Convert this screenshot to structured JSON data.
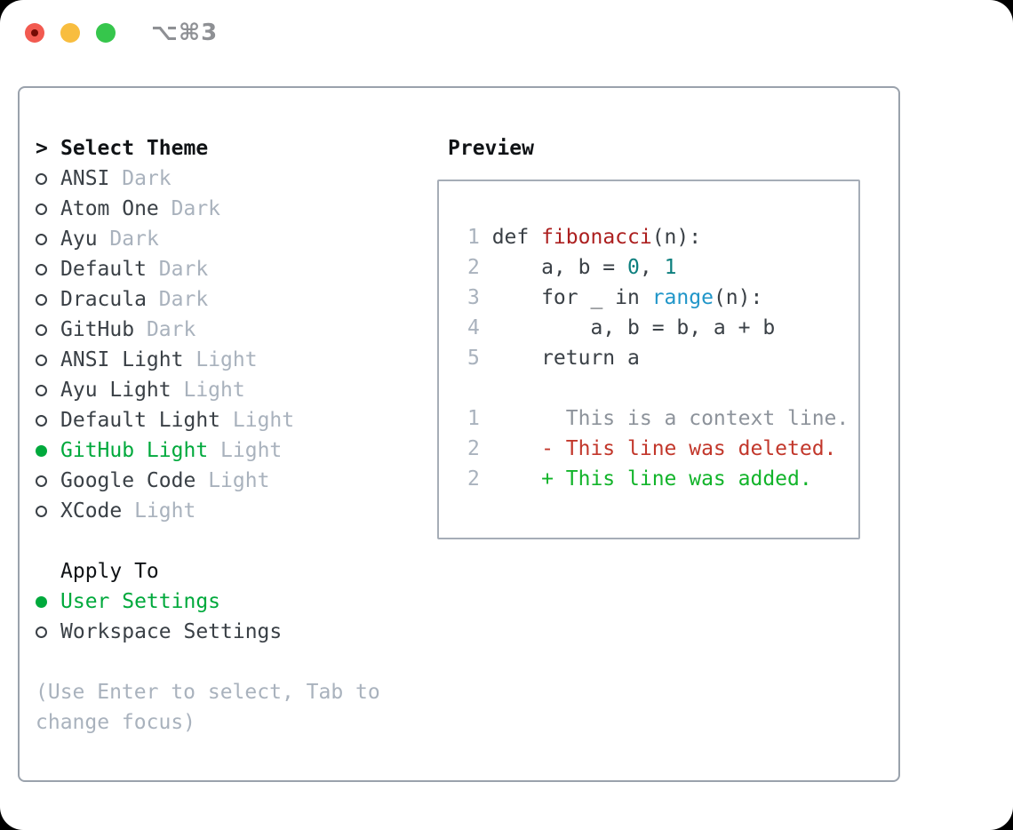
{
  "titlebar": {
    "shortcut": "⌥⌘3"
  },
  "colors": {
    "traffic-red": "#f25a50",
    "traffic-red-dot": "#750b04",
    "traffic-yellow": "#f8bd3f",
    "traffic-green": "#36c64c",
    "titlebar-gray": "#8e9094",
    "panel-border": "#9aa2ac",
    "box-border": "#a6adb7",
    "header-black": "#101316",
    "text-dark": "#3a4046",
    "muted-gray": "#a9b2bd",
    "accent-green": "#00a93c",
    "added-green": "#12b42a",
    "deleted-red": "#c2372b",
    "context-gray": "#8d939b",
    "func-red": "#ac1f1f",
    "number-teal": "#0c7f7e",
    "builtin-blue": "#2196c9"
  },
  "theme_list": {
    "header_prefix": ">",
    "header": "Select Theme",
    "items": [
      {
        "name": "ANSI",
        "variant": "Dark",
        "selected": false
      },
      {
        "name": "Atom One",
        "variant": "Dark",
        "selected": false
      },
      {
        "name": "Ayu",
        "variant": "Dark",
        "selected": false
      },
      {
        "name": "Default",
        "variant": "Dark",
        "selected": false
      },
      {
        "name": "Dracula",
        "variant": "Dark",
        "selected": false
      },
      {
        "name": "GitHub",
        "variant": "Dark",
        "selected": false
      },
      {
        "name": "ANSI Light",
        "variant": "Light",
        "selected": false
      },
      {
        "name": "Ayu Light",
        "variant": "Light",
        "selected": false
      },
      {
        "name": "Default Light",
        "variant": "Light",
        "selected": false
      },
      {
        "name": "GitHub Light",
        "variant": "Light",
        "selected": true
      },
      {
        "name": "Google Code",
        "variant": "Light",
        "selected": false
      },
      {
        "name": "XCode",
        "variant": "Light",
        "selected": false
      }
    ]
  },
  "apply_to": {
    "header": "Apply To",
    "items": [
      {
        "name": "User Settings",
        "selected": true
      },
      {
        "name": "Workspace Settings",
        "selected": false
      }
    ]
  },
  "footer_hint": "(Use Enter to select, Tab to change focus)",
  "preview": {
    "title": "Preview",
    "lines": [
      {
        "num": "1",
        "segs": [
          {
            "t": "def ",
            "c": "text-dark"
          },
          {
            "t": "fibonacci",
            "c": "func-red"
          },
          {
            "t": "(n):",
            "c": "text-dark"
          }
        ]
      },
      {
        "num": "2",
        "segs": [
          {
            "t": "    a, b = ",
            "c": "text-dark"
          },
          {
            "t": "0",
            "c": "number-teal"
          },
          {
            "t": ", ",
            "c": "text-dark"
          },
          {
            "t": "1",
            "c": "number-teal"
          }
        ]
      },
      {
        "num": "3",
        "segs": [
          {
            "t": "    for _ in ",
            "c": "text-dark"
          },
          {
            "t": "range",
            "c": "builtin-blue"
          },
          {
            "t": "(n):",
            "c": "text-dark"
          }
        ]
      },
      {
        "num": "4",
        "segs": [
          {
            "t": "        a, b = b, a + b",
            "c": "text-dark"
          }
        ]
      },
      {
        "num": "5",
        "segs": [
          {
            "t": "    return a",
            "c": "text-dark"
          }
        ]
      },
      {
        "num": "",
        "segs": []
      },
      {
        "num": "1",
        "segs": [
          {
            "t": "      This is a context line.",
            "c": "context-gray"
          }
        ]
      },
      {
        "num": "2",
        "segs": [
          {
            "t": "    - This line was deleted.",
            "c": "deleted-red"
          }
        ]
      },
      {
        "num": "2",
        "segs": [
          {
            "t": "    + This line was added.",
            "c": "added-green"
          }
        ]
      }
    ]
  }
}
